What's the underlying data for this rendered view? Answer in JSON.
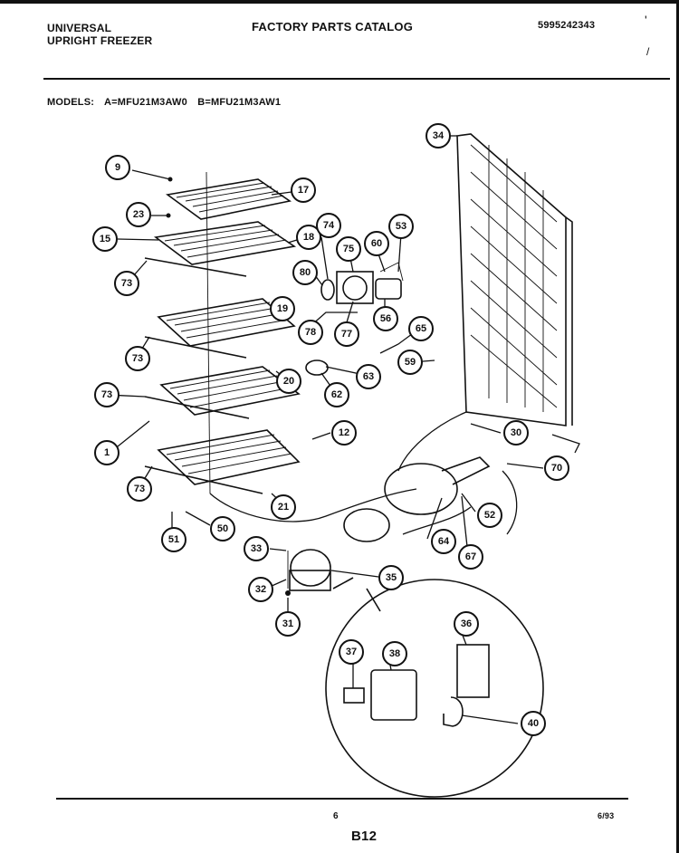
{
  "header": {
    "brand_line1": "UNIVERSAL",
    "brand_line2": "UPRIGHT FREEZER",
    "catalog_title": "FACTORY PARTS CATALOG",
    "part_number": "5995242343"
  },
  "models": {
    "label": "MODELS:",
    "model_a": "A=MFU21M3AW0",
    "model_b": "B=MFU21M3AW1"
  },
  "footer": {
    "page_number": "6",
    "date": "6/93",
    "sheet_code": "B12"
  },
  "callouts": [
    "9",
    "17",
    "23",
    "15",
    "18",
    "74",
    "75",
    "60",
    "53",
    "73",
    "80",
    "19",
    "78",
    "77",
    "56",
    "65",
    "73",
    "20",
    "63",
    "62",
    "59",
    "73",
    "12",
    "1",
    "73",
    "21",
    "34",
    "30",
    "70",
    "52",
    "64",
    "67",
    "50",
    "51",
    "33",
    "32",
    "35",
    "31",
    "36",
    "37",
    "38",
    "40"
  ]
}
